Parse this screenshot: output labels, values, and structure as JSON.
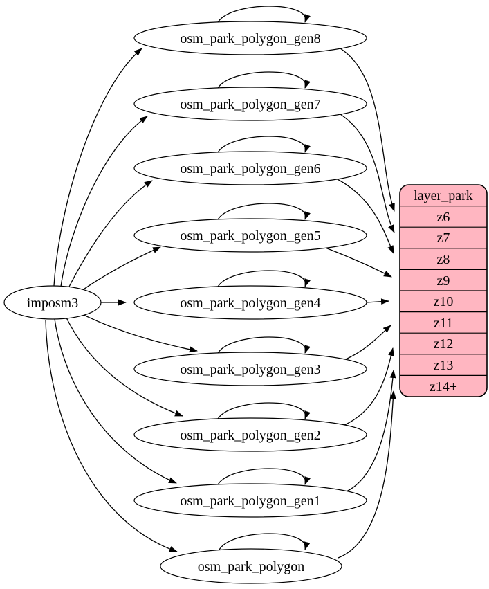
{
  "colors": {
    "background": "#ffffff",
    "node_fill": "#ffffff",
    "stroke": "#000000",
    "layer_fill": "#ffb6c1"
  },
  "nodes": {
    "source": "imposm3",
    "tables": [
      "osm_park_polygon_gen8",
      "osm_park_polygon_gen7",
      "osm_park_polygon_gen6",
      "osm_park_polygon_gen5",
      "osm_park_polygon_gen4",
      "osm_park_polygon_gen3",
      "osm_park_polygon_gen2",
      "osm_park_polygon_gen1",
      "osm_park_polygon"
    ]
  },
  "layer": {
    "title": "layer_park",
    "rows": [
      "z6",
      "z7",
      "z8",
      "z9",
      "z10",
      "z11",
      "z12",
      "z13",
      "z14+"
    ]
  },
  "edges": {
    "from_source": [
      {
        "from": "imposm3",
        "to": "osm_park_polygon_gen8"
      },
      {
        "from": "imposm3",
        "to": "osm_park_polygon_gen7"
      },
      {
        "from": "imposm3",
        "to": "osm_park_polygon_gen6"
      },
      {
        "from": "imposm3",
        "to": "osm_park_polygon_gen5"
      },
      {
        "from": "imposm3",
        "to": "osm_park_polygon_gen4"
      },
      {
        "from": "imposm3",
        "to": "osm_park_polygon_gen3"
      },
      {
        "from": "imposm3",
        "to": "osm_park_polygon_gen2"
      },
      {
        "from": "imposm3",
        "to": "osm_park_polygon_gen1"
      },
      {
        "from": "imposm3",
        "to": "osm_park_polygon"
      }
    ],
    "self_loops": [
      "osm_park_polygon_gen8",
      "osm_park_polygon_gen7",
      "osm_park_polygon_gen6",
      "osm_park_polygon_gen5",
      "osm_park_polygon_gen4",
      "osm_park_polygon_gen3",
      "osm_park_polygon_gen2",
      "osm_park_polygon_gen1",
      "osm_park_polygon"
    ],
    "to_layer": [
      {
        "from": "osm_park_polygon_gen8",
        "row": "z6"
      },
      {
        "from": "osm_park_polygon_gen7",
        "row": "z7"
      },
      {
        "from": "osm_park_polygon_gen6",
        "row": "z8"
      },
      {
        "from": "osm_park_polygon_gen5",
        "row": "z9"
      },
      {
        "from": "osm_park_polygon_gen4",
        "row": "z10"
      },
      {
        "from": "osm_park_polygon_gen3",
        "row": "z11"
      },
      {
        "from": "osm_park_polygon_gen2",
        "row": "z12"
      },
      {
        "from": "osm_park_polygon_gen1",
        "row": "z13"
      },
      {
        "from": "osm_park_polygon",
        "row": "z14+"
      }
    ]
  }
}
